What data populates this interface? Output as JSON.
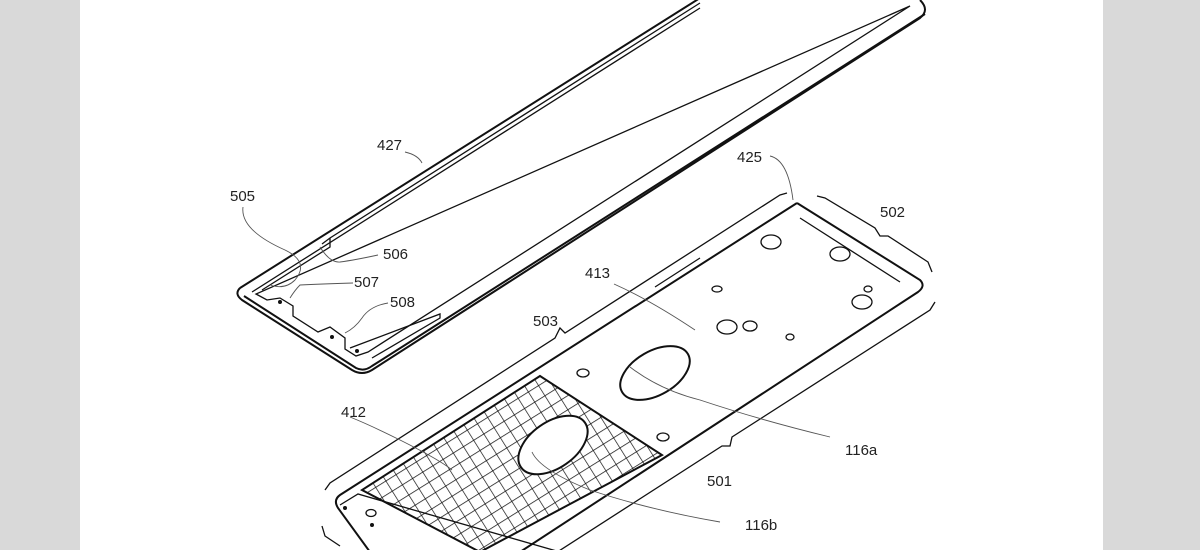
{
  "figure": {
    "labels": {
      "l427": "427",
      "l505": "505",
      "l506": "506",
      "l507": "507",
      "l508": "508",
      "l425": "425",
      "l502": "502",
      "l413": "413",
      "l503": "503",
      "l412": "412",
      "l116a": "116a",
      "l501": "501",
      "l116b": "116b"
    },
    "colors": {
      "margin": "#d9d9d9",
      "paper": "#ffffff",
      "ink": "#111111"
    }
  }
}
